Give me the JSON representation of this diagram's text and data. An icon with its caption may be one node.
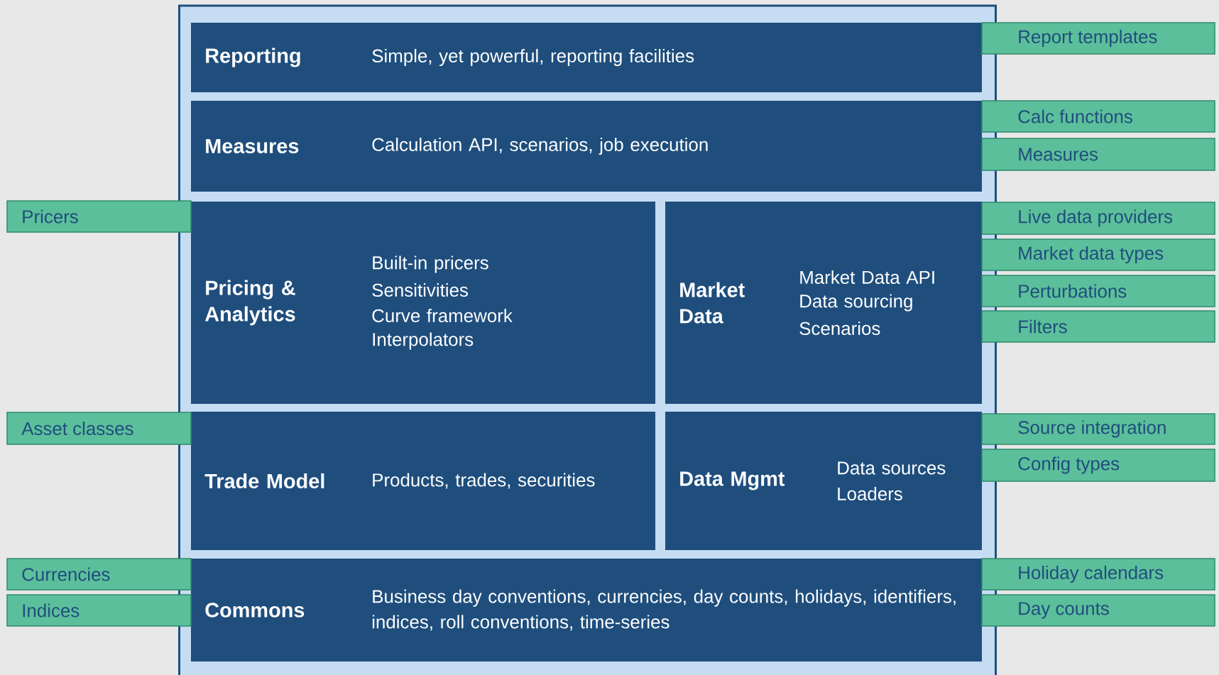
{
  "diagram": {
    "nodes": [
      {
        "text": [],
        "shape": "box"
      },
      {
        "text": [
          "Reporting",
          "Simple, yet powerful, reporting facilities"
        ],
        "in": 0
      },
      {
        "text": [
          "Measures",
          "Calculation API, scenarios, job execution"
        ],
        "in": 0
      },
      {
        "text": [
          "Pricing & Analytics",
          "Built-in pricers",
          "Sensitivities",
          "Curve framework",
          "Interpolators"
        ],
        "in": 0
      },
      {
        "text": [
          "Market Data",
          "Market Data API",
          "Data sourcing",
          "Scenarios"
        ],
        "in": 0
      },
      {
        "text": [
          "Trade Model",
          "Products, trades, securities"
        ],
        "in": 0
      },
      {
        "text": [
          "Data Mgmt",
          "Data sources",
          "Loaders"
        ],
        "in": 0
      },
      {
        "text": [
          "Commons",
          "Business day conventions, currencies, day counts, holidays, identifiers, indices, roll conventions, time-series"
        ],
        "in": 0
      },
      {
        "text": [
          "Report templates"
        ]
      },
      {
        "text": [
          "Calc functions"
        ]
      },
      {
        "text": [
          "Measures"
        ]
      },
      {
        "text": [
          "Pricers"
        ]
      },
      {
        "text": [
          "Live data providers"
        ]
      },
      {
        "text": [
          "Market data types"
        ]
      },
      {
        "text": [
          "Perturbations"
        ]
      },
      {
        "text": [
          "Filters"
        ]
      },
      {
        "text": [
          "Asset classes"
        ]
      },
      {
        "text": [
          "Source integration"
        ]
      },
      {
        "text": [
          "Config types"
        ]
      },
      {
        "text": [
          "Currencies"
        ]
      },
      {
        "text": [
          "Indices"
        ]
      },
      {
        "text": [
          "Holiday calendars"
        ]
      },
      {
        "text": [
          "Day counts"
        ]
      }
    ]
  }
}
